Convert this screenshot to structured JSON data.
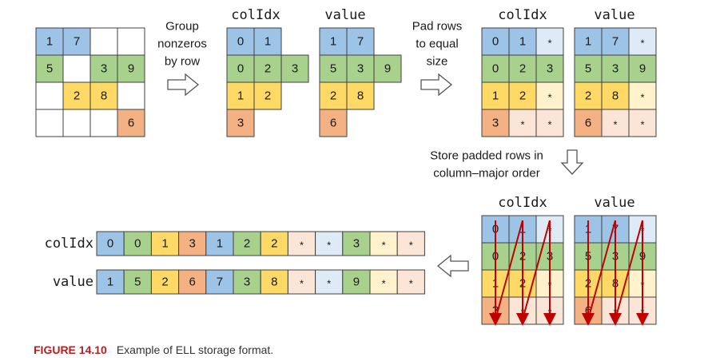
{
  "colors": {
    "blue": "#9dc3e6",
    "green": "#a9d18e",
    "yellow": "#ffd966",
    "orange": "#f4b183",
    "blue_light": "#deebf7",
    "green_light": "#e2f0d9",
    "yellow_light": "#fff2cc",
    "orange_light": "#fbe5d6",
    "border": "#404040",
    "arrow_red": "#c00000"
  },
  "matrix": {
    "rows": [
      [
        "1",
        "7",
        "",
        ""
      ],
      [
        "5",
        "",
        "3",
        "9"
      ],
      [
        "",
        "2",
        "8",
        ""
      ],
      [
        "",
        "",
        "",
        "6"
      ]
    ]
  },
  "step1": {
    "label": [
      "Group",
      "nonzeros",
      "by row"
    ],
    "colidx_title": "colIdx",
    "value_title": "value",
    "colidx": [
      [
        "0",
        "1"
      ],
      [
        "0",
        "2",
        "3"
      ],
      [
        "1",
        "2"
      ],
      [
        "3"
      ]
    ],
    "value": [
      [
        "1",
        "7"
      ],
      [
        "5",
        "3",
        "9"
      ],
      [
        "2",
        "8"
      ],
      [
        "6"
      ]
    ]
  },
  "step2": {
    "label": [
      "Pad rows",
      "to equal",
      "size"
    ],
    "colidx_title": "colIdx",
    "value_title": "value",
    "colidx": [
      [
        "0",
        "1",
        "*"
      ],
      [
        "0",
        "2",
        "3"
      ],
      [
        "1",
        "2",
        "*"
      ],
      [
        "3",
        "*",
        "*"
      ]
    ],
    "value": [
      [
        "1",
        "7",
        "*"
      ],
      [
        "5",
        "3",
        "9"
      ],
      [
        "2",
        "8",
        "*"
      ],
      [
        "6",
        "*",
        "*"
      ]
    ]
  },
  "step3": {
    "label": [
      "Store padded rows in",
      "column–major order"
    ],
    "colidx_title": "colIdx",
    "value_title": "value"
  },
  "result": {
    "colidx_label": "colIdx",
    "value_label": "value",
    "colidx": [
      "0",
      "0",
      "1",
      "3",
      "1",
      "2",
      "2",
      "*",
      "*",
      "3",
      "*",
      "*"
    ],
    "value": [
      "1",
      "5",
      "2",
      "6",
      "7",
      "3",
      "8",
      "*",
      "*",
      "9",
      "*",
      "*"
    ]
  },
  "caption": {
    "figure": "FIGURE 14.10",
    "text": "Example of ELL storage format."
  }
}
